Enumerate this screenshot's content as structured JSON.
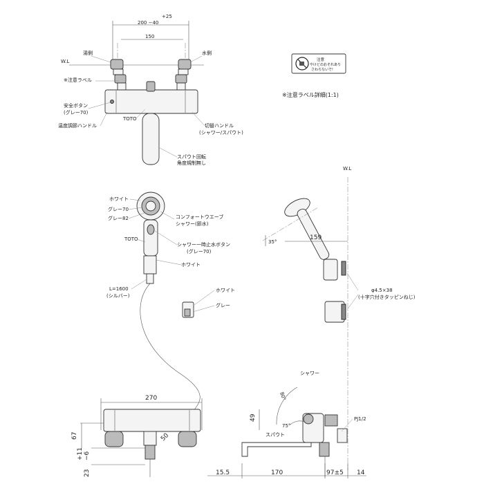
{
  "top_view": {
    "dim_adjust": "+25",
    "dim_range": "200 −40",
    "dim_150": "150",
    "wl": "W.L",
    "hot_side": "湯側",
    "cold_side": "水側",
    "caution_label": "※注意ラベル",
    "safety_button": "安全ボタン",
    "safety_button_color": "(グレー70)",
    "temp_handle": "温度調節ハンドル",
    "brand": "TOTO",
    "switch_handle": "切替ハンドル",
    "switch_handle_sub": "(シャワー/スパウト)",
    "spout_note1": "スパウト回転",
    "spout_note2": "角度規制無し"
  },
  "label_detail": {
    "title": "※注意ラベル詳細(1:1)",
    "line1": "注意",
    "line2": "やけどのおそれあり",
    "line3": "さわらないで!"
  },
  "shower_view": {
    "white1": "ホワイト",
    "gray70": "グレー70",
    "gray82": "グレー82",
    "comfort1": "コンフォートウエーブ",
    "comfort2": "シャワー(節水)",
    "brand": "TOTO",
    "pause_btn1": "シャワー一時止水ボタン",
    "pause_btn2": "(グレー70)",
    "white2": "ホワイト",
    "hose1": "L=1600",
    "hose2": "(シルバー)",
    "holder_white": "ホワイト",
    "holder_gray": "グレー"
  },
  "side_view": {
    "wl": "W.L",
    "angle35": "35°",
    "dim159": "159",
    "screw1": "φ4.5×38",
    "screw2": "(十字穴付きタッピンねじ)"
  },
  "bottom_front": {
    "dim270": "270",
    "dim67": "67",
    "dim50": "50",
    "dim_tol": "+11",
    "dim_tol2": "−6",
    "dim23": "23"
  },
  "bottom_side": {
    "shower": "シャワー",
    "angle80": "80°",
    "dim49": "49",
    "spout": "スパウト",
    "angle75": "75°",
    "pj": "PJ1/2",
    "dims": [
      "15.5",
      "170",
      "97±5",
      "14"
    ]
  }
}
